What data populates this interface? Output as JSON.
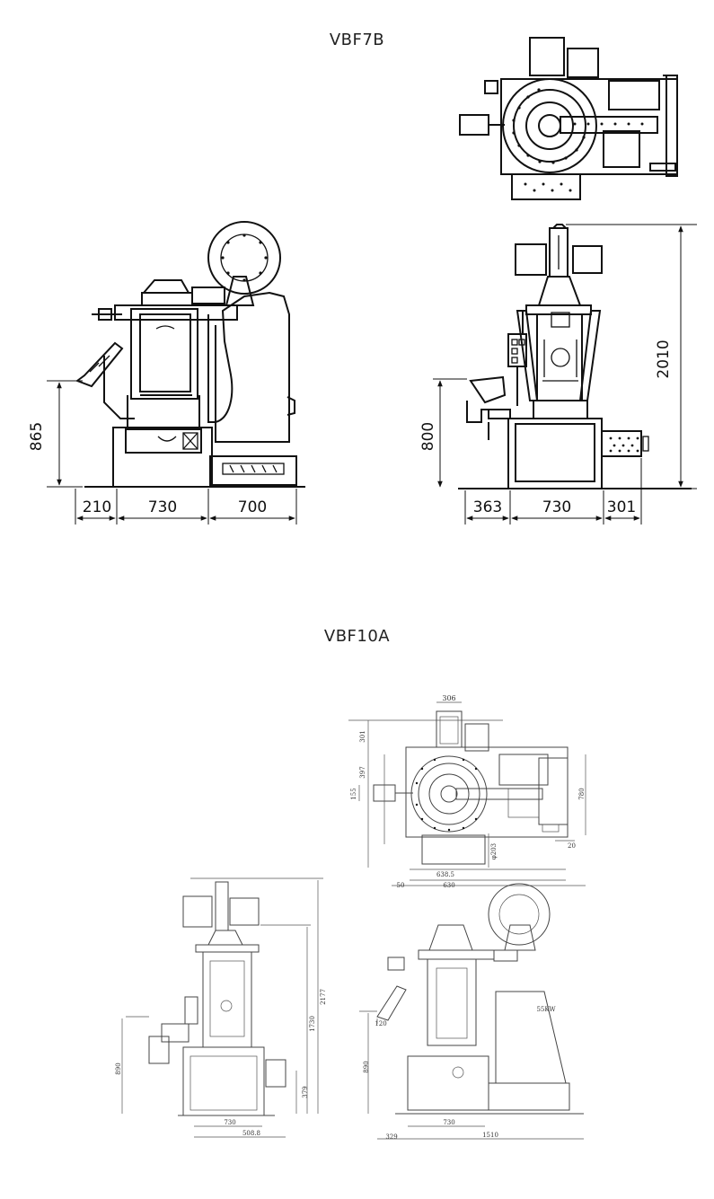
{
  "sections": [
    {
      "title": "VBF7B",
      "dims": {
        "height_left": "865",
        "height_right": "800",
        "height_total": "2010",
        "w_a": "210",
        "w_b": "730",
        "w_c": "700",
        "w_d": "363",
        "w_e": "730",
        "w_f": "301"
      }
    },
    {
      "title": "VBF10A",
      "dims": {
        "top_w": "306",
        "top_h1": "301",
        "top_h2": "397",
        "top_side": "155",
        "top_right": "780",
        "top_dia": "φ203",
        "top_off": "20",
        "top_b1": "638.5",
        "top_b2": "50",
        "top_b3": "630",
        "left_h1": "2177",
        "left_h2": "1730",
        "left_h3": "890",
        "left_h4": "379",
        "left_w1": "730",
        "left_w2": "508.8",
        "right_h": "890",
        "right_side": "120",
        "right_motor": "55KW",
        "right_w1": "730",
        "right_w2": "329",
        "right_w3": "1510"
      }
    }
  ]
}
